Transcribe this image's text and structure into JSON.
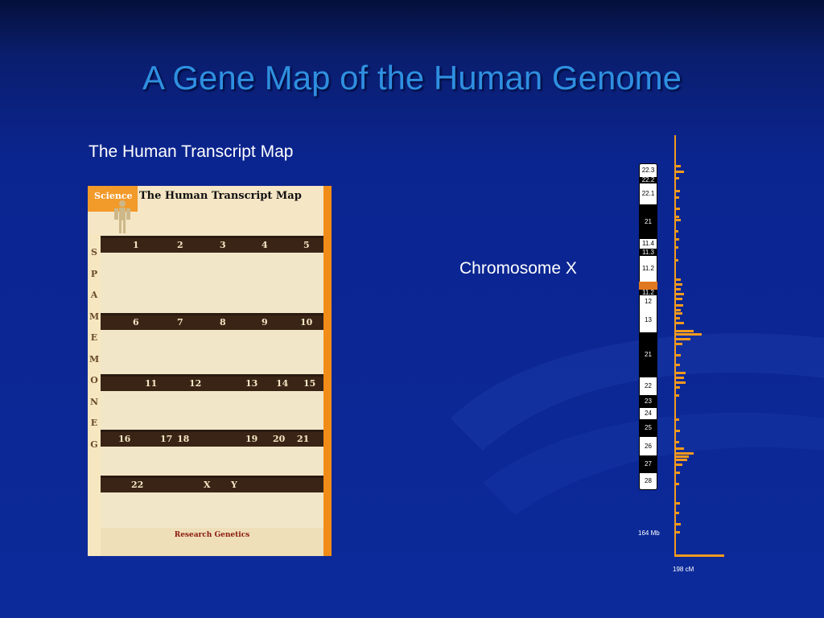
{
  "slide": {
    "title": "A Gene Map of the Human Genome",
    "subtitle": "The Human Transcript Map",
    "chromosome_label": "Chromosome X"
  },
  "poster": {
    "brand": "Science",
    "title": "The Human Transcript Map",
    "side_letters": [
      "G",
      "E",
      "N",
      "O",
      "M",
      "E",
      "M",
      "A",
      "P",
      "S"
    ],
    "row_numbers": [
      [
        "1",
        "2",
        "3",
        "4",
        "5"
      ],
      [
        "6",
        "7",
        "8",
        "9",
        "10"
      ],
      [
        "11",
        "12",
        "13",
        "14",
        "15"
      ],
      [
        "16",
        "17",
        "18",
        "19",
        "20",
        "21"
      ],
      [
        "22",
        "X",
        "Y"
      ]
    ],
    "footer": "Research Genetics"
  },
  "chromosome": {
    "bands": [
      {
        "label": "22.3",
        "type": "light"
      },
      {
        "label": "22.2",
        "type": "dark"
      },
      {
        "label": "22.1",
        "type": "light"
      },
      {
        "label": "21",
        "type": "dark"
      },
      {
        "label": "11.4",
        "type": "light"
      },
      {
        "label": "11.3",
        "type": "dark"
      },
      {
        "label": "11.2",
        "type": "light"
      },
      {
        "label": "",
        "type": "cent"
      },
      {
        "label": "11.2",
        "type": "dark"
      },
      {
        "label": "12",
        "type": "light"
      },
      {
        "label": "13",
        "type": "light"
      },
      {
        "label": "21",
        "type": "dark"
      },
      {
        "label": "22",
        "type": "light"
      },
      {
        "label": "23",
        "type": "dark"
      },
      {
        "label": "24",
        "type": "light"
      },
      {
        "label": "25",
        "type": "dark"
      },
      {
        "label": "26",
        "type": "light"
      },
      {
        "label": "27",
        "type": "dark"
      },
      {
        "label": "28",
        "type": "light"
      }
    ],
    "length_label": "164 Mb",
    "map_length_label": "198 cM"
  },
  "colors": {
    "title": "#2f8fe0",
    "histogram": "#f39a1e",
    "poster_border": "#f28c18"
  }
}
